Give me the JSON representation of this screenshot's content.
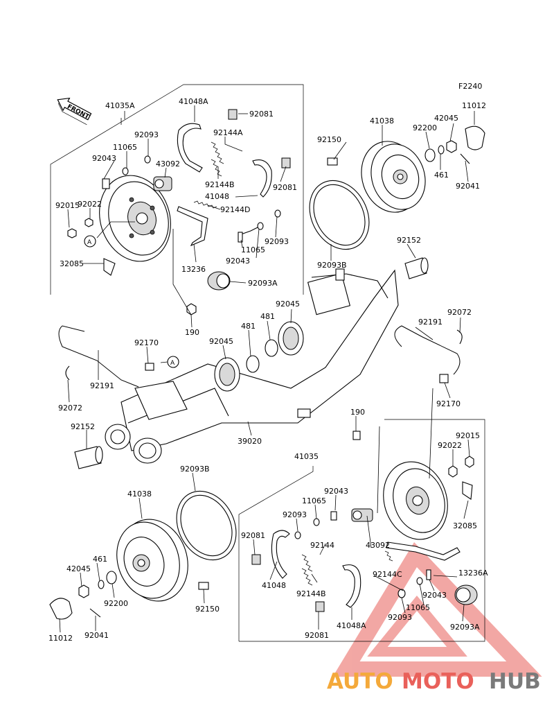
{
  "figure_code": "F2240",
  "front_label": "FRONT",
  "callout_letter": "A",
  "parts": {
    "p41035A": "41035A",
    "p41048A_top": "41048A",
    "p92081_top1": "92081",
    "p92093_tl": "92093",
    "p11065_tl": "11065",
    "p92144A": "92144A",
    "p92043_tl": "92043",
    "p43092_top": "43092",
    "p92144B_top": "92144B",
    "p92081_top2": "92081",
    "p92022_tl": "92022",
    "p41048_top": "41048",
    "p92015_tl": "92015",
    "p92144D": "92144D",
    "p92093_tm": "92093",
    "p11065_tm": "11065",
    "p92043_tm": "92043",
    "p32085_l": "32085",
    "p13236": "13236",
    "p92093A_top": "92093A",
    "p190_l": "190",
    "p41038_top": "41038",
    "p92150_top": "92150",
    "p92200_top": "92200",
    "p42045_top": "42045",
    "p11012_top": "11012",
    "p461_top": "461",
    "p92041_top": "92041",
    "p92152_r": "92152",
    "p92093B_top": "92093B",
    "p92045_r": "92045",
    "p481_r": "481",
    "p481_m": "481",
    "p92045_m": "92045",
    "p92191_r": "92191",
    "p92072_r": "92072",
    "p92170_l": "92170",
    "p92191_l": "92191",
    "p92072_l": "92072",
    "p92170_r": "92170",
    "p190_r": "190",
    "p92152_l": "92152",
    "p39020": "39020",
    "p92015_br": "92015",
    "p92022_br": "92022",
    "p41035": "41035",
    "p92093B_bot": "92093B",
    "p41038_bot": "41038",
    "p92043_bm": "92043",
    "p11065_bm": "11065",
    "p92093_bm": "92093",
    "p92081_bm1": "92081",
    "p92144": "92144",
    "p43092_bot": "43092",
    "p32085_r": "32085",
    "p461_bot": "461",
    "p42045_bot": "42045",
    "p92200_bot": "92200",
    "p41048_bot": "41048",
    "p92144B_bot": "92144B",
    "p92144C": "92144C",
    "p13236A": "13236A",
    "p92043_br": "92043",
    "p11065_br": "11065",
    "p92093_br": "92093",
    "p92150_bot": "92150",
    "p11012_bot": "11012",
    "p92041_bot": "92041",
    "p92081_bot2": "92081",
    "p41048A_bot": "41048A",
    "p92093A_bot": "92093A"
  },
  "watermark": {
    "text_a": "AUTO",
    "text_b": "MOTO",
    "text_c": "HUB",
    "color_a": "#f4a93a",
    "color_b": "#e9605a",
    "color_c": "#7a7a7a",
    "triangle_color": "#e9605a"
  }
}
